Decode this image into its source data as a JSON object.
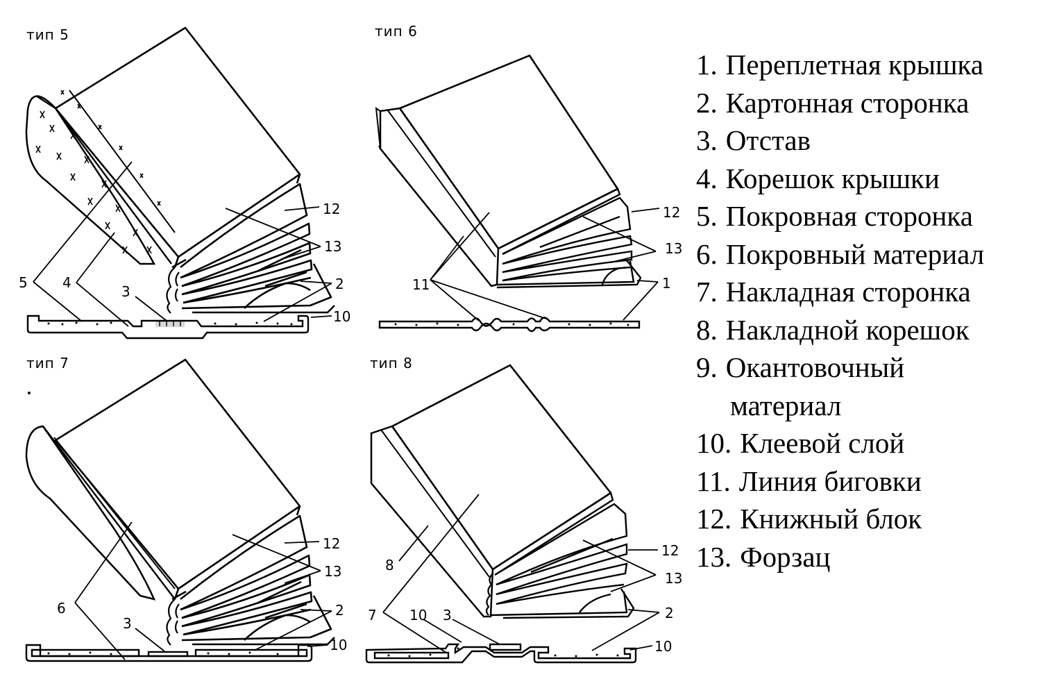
{
  "diagram": {
    "panels": [
      {
        "id": "type5",
        "title": "тип 5",
        "labels": {
          "a": "12",
          "b": "13",
          "c": "5",
          "d": "4",
          "e": "3",
          "f": "2",
          "g": "10"
        }
      },
      {
        "id": "type6",
        "title": "тип 6",
        "labels": {
          "a": "12",
          "b": "13",
          "c": "11",
          "d": "1"
        }
      },
      {
        "id": "type7",
        "title": "тип 7",
        "labels": {
          "a": "12",
          "b": "13",
          "c": "6",
          "d": "3",
          "e": "2",
          "f": "10"
        }
      },
      {
        "id": "type8",
        "title": "тип 8",
        "labels": {
          "a": "12",
          "b": "13",
          "c": "8",
          "d": "7",
          "e": "10",
          "f": "3",
          "g": "2",
          "h": "10"
        }
      }
    ]
  },
  "legend": {
    "items": [
      {
        "num": "1.",
        "text": "Переплетная крышка"
      },
      {
        "num": "2.",
        "text": "Картонная сторонка"
      },
      {
        "num": "3.",
        "text": "Отстав"
      },
      {
        "num": "4.",
        "text": "Корешок крышки"
      },
      {
        "num": "5.",
        "text": "Покровная сторонка"
      },
      {
        "num": "6.",
        "text": "Покровный материал"
      },
      {
        "num": "7.",
        "text": "Накладная сторонка"
      },
      {
        "num": "8.",
        "text": "Накладной корешок"
      },
      {
        "num": "9.",
        "text": "Окантовочный"
      },
      {
        "num": "",
        "text": "материал"
      },
      {
        "num": "10.",
        "text": "Клеевой слой"
      },
      {
        "num": "11.",
        "text": "Линия биговки"
      },
      {
        "num": "12.",
        "text": "Книжный блок"
      },
      {
        "num": "13.",
        "text": "Форзац"
      }
    ]
  }
}
